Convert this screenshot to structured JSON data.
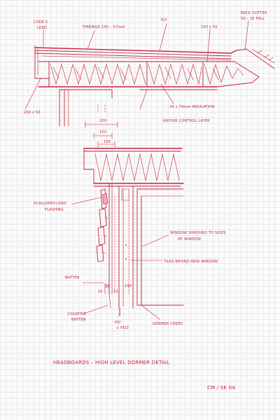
{
  "labels": {
    "code5_lead_l1": "CODE 5",
    "code5_lead_l2": "LEAD",
    "firrings": "FIRRINGS 100 – 57mm",
    "ply": "PLY",
    "joist_150x50": "150 x 50",
    "back_gutter_l1": "BACK GUTTER",
    "back_gutter_l2": "50 – 25 FALL",
    "timber_200x50": "200 x 50",
    "insulation": "20 x 70mm INSULATION",
    "vapour_control": "VAPOUR CONTROL LAYER",
    "dim_200": "200",
    "dim_150a": "150",
    "dim_150b": "150",
    "scalloped_l1": "SCALLOPED LEAD",
    "scalloped_l2": "FLASHING",
    "window_l1": "WINDOW SHROUND TO SIDES",
    "window_l2": "OF WINDOW",
    "tiles": "TILES BEHIND NEW WINDOW",
    "batten": "BATTEN",
    "dim_38": "38",
    "dim_150c": "150",
    "dim_25": "25",
    "dim_13": "13",
    "counter_l1": "COUNTER",
    "counter_l2": "BATTEN",
    "ply_felt_l1": "PLY",
    "ply_felt_l2": "+ FELT",
    "dormer_cheek": "DORMER CHEEK",
    "title": "HEADBOARDS  –  HIGH LEVEL DORMER DETAIL",
    "initials": "CM / SK 04"
  },
  "colors": {
    "ink": "#c8203a",
    "grid": "#e9e9e9",
    "paper": "#fbfbfb"
  }
}
